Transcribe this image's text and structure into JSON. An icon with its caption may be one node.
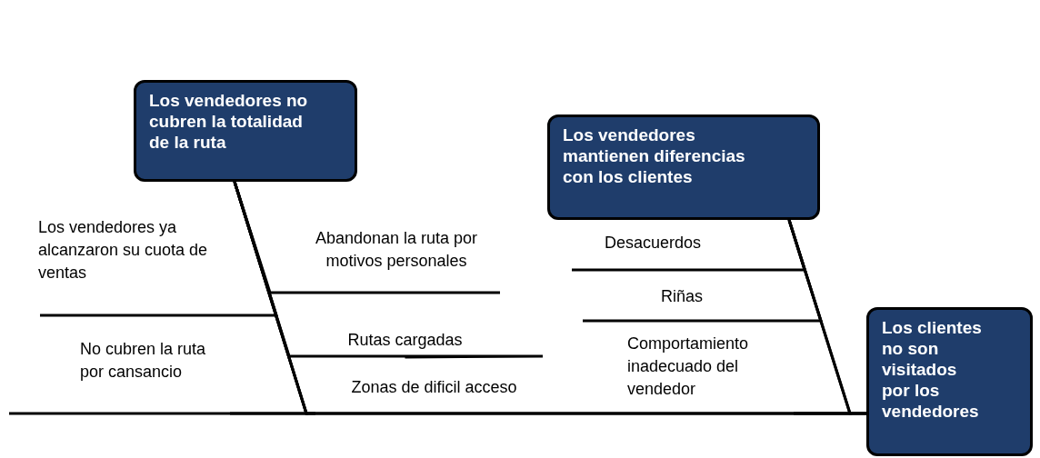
{
  "diagram": {
    "nodes": [
      {
        "text": [
          "Los vendedores no cubren la totalidad de la ruta"
        ]
      },
      {
        "text": [
          "Los vendedores ya alcanzaron su cuota de ventas"
        ]
      },
      {
        "text": [
          "Abandonan la ruta por motivos personales"
        ]
      },
      {
        "text": [
          "Rutas cargadas"
        ]
      },
      {
        "text": [
          "No cubren la ruta por cansancio"
        ]
      },
      {
        "text": [
          "Zonas de dificil acceso"
        ]
      },
      {
        "text": [
          "Los vendedores mantienen diferencias con los clientes"
        ]
      },
      {
        "text": [
          "Desacuerdos"
        ]
      },
      {
        "text": [
          "Riñas"
        ]
      },
      {
        "text": [
          "Comportamiento inadecuado del vendedor"
        ]
      },
      {
        "text": [
          "Los clientes no son visitados por los vendedores"
        ]
      }
    ],
    "edges": [
      {
        "from": 1,
        "to": 0,
        "arrow": "none"
      },
      {
        "from": 2,
        "to": 0,
        "arrow": "none"
      },
      {
        "from": 3,
        "to": 0,
        "arrow": "none"
      },
      {
        "from": 4,
        "to": 0,
        "arrow": "none"
      },
      {
        "from": 5,
        "to": 0,
        "arrow": "none"
      },
      {
        "from": 7,
        "to": 6,
        "arrow": "none"
      },
      {
        "from": 8,
        "to": 6,
        "arrow": "none"
      },
      {
        "from": 9,
        "to": 6,
        "arrow": "none"
      },
      {
        "from": 0,
        "to": 10,
        "arrow": "none"
      },
      {
        "from": 6,
        "to": 10,
        "arrow": "none"
      },
      {
        "from": null,
        "to": 10,
        "arrow": "none"
      }
    ]
  }
}
